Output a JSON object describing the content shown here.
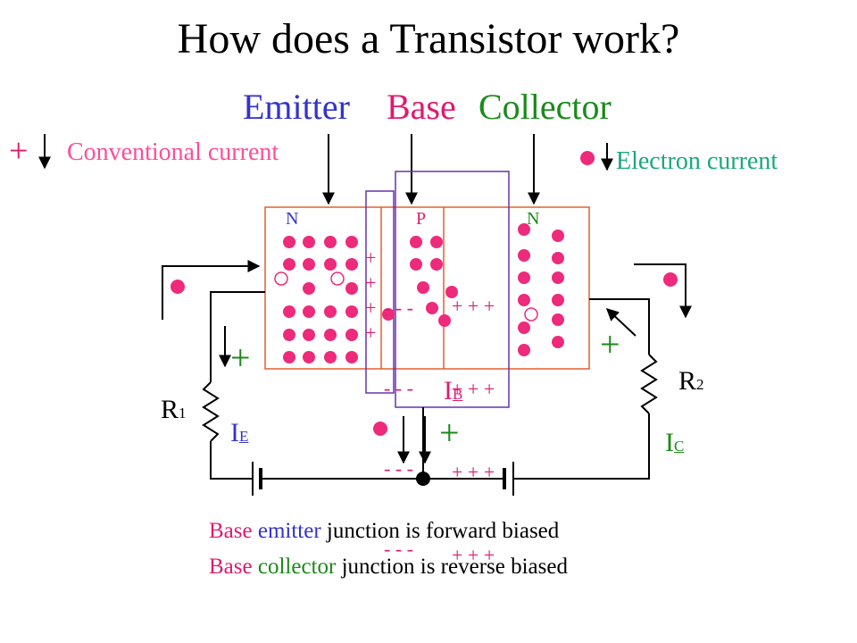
{
  "title": "How does a Transistor work?",
  "headers": {
    "emitter": "Emitter",
    "base": "Base",
    "collector": "Collector"
  },
  "legend": {
    "conventional_symbol": "+",
    "conventional_label": "Conventional  current",
    "electron_label": "Electron current"
  },
  "regions": {
    "emitter": "N",
    "base": "P",
    "collector": "N"
  },
  "labels": {
    "r1_main": "R",
    "r1_sub": "1",
    "r2_main": "R",
    "r2_sub": "2",
    "ie_main": "I",
    "ie_sub": "E",
    "ib_main": "I",
    "ib_sub": "B",
    "ic_main": "I",
    "ic_sub": "C",
    "plus": "+"
  },
  "junction_charges": {
    "left_plus": "+",
    "left_minus": "- - -",
    "right_plus": "+ + +"
  },
  "bottom": {
    "line1": {
      "w1": "Base",
      "w2": "emitter",
      "rest": " junction is forward biased"
    },
    "line2": {
      "w1": "Base",
      "w2": "collector",
      "rest": " junction is reverse biased"
    }
  },
  "colors": {
    "emitter": "#3333cc",
    "base": "#e0196f",
    "collector": "#1a8a1a",
    "electron_legend": "#1aa87a",
    "conventional_legend": "#ff4d9a",
    "dots": "#ee2a7b",
    "box": "#e06030",
    "loop": "#6633aa"
  }
}
